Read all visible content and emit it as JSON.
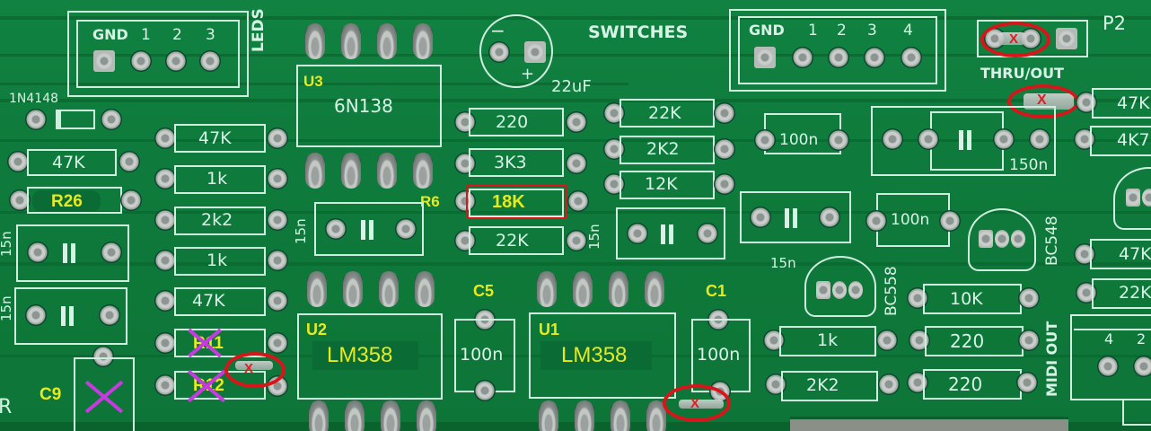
{
  "board": {
    "type": "MIDI interface PCB (photo)",
    "colors": {
      "solder_mask": "#0f7a3a",
      "silkscreen": "#d6f3e6",
      "annotation_yellow": "#e6ea1e",
      "annotation_red": "#d8151a",
      "annotation_magenta": "#c53be0"
    }
  },
  "connectors": {
    "leds": {
      "title": "LEDS",
      "pins": [
        "GND",
        "1",
        "2",
        "3"
      ]
    },
    "switches": {
      "title": "SWITCHES",
      "pins": [
        "GND",
        "1",
        "2",
        "3",
        "4"
      ]
    },
    "p2": {
      "title": "P2",
      "label": "THRU/OUT"
    },
    "midi_out": {
      "title": "MIDI OUT",
      "pins": [
        "4",
        "2"
      ]
    }
  },
  "ics": {
    "u3": {
      "ref": "U3",
      "part": "6N138"
    },
    "u2": {
      "ref": "U2",
      "part": "LM358"
    },
    "u1": {
      "ref": "U1",
      "part": "LM358"
    }
  },
  "diode": {
    "part": "1N4148"
  },
  "electrolytic": {
    "value": "22uF",
    "minus": "−",
    "plus": "+"
  },
  "resistors": {
    "col1": [
      "47K",
      "R26"
    ],
    "col2": [
      "47K",
      "1k",
      "2k2",
      "1k",
      "47K",
      "R11",
      "R12"
    ],
    "mid": [
      "220",
      "3K3",
      "18K",
      "22K"
    ],
    "right": [
      "22K",
      "2K2",
      "12K"
    ],
    "lower_right": [
      "1k",
      "2K2"
    ],
    "far_right": [
      "10K",
      "220",
      "220"
    ],
    "edge": [
      "47K",
      "4K7",
      "47K",
      "22K"
    ]
  },
  "capacitors": {
    "film_15n": [
      "15n",
      "15n",
      "15n",
      "15n",
      "15n"
    ],
    "ceramic": [
      "100n",
      "100n",
      "100n",
      "100n",
      "150n"
    ],
    "c5": {
      "ref": "C5",
      "value": "100n"
    },
    "c1": {
      "ref": "C1",
      "value": "100n"
    },
    "c9": {
      "ref": "C9"
    }
  },
  "transistors": {
    "t1": "BC558",
    "t2": "BC548"
  },
  "annotations": {
    "r6_ref": "R6",
    "r6_value": "18K",
    "r26_ref": "R26",
    "x_mark": "X",
    "edge_letter": "R"
  }
}
